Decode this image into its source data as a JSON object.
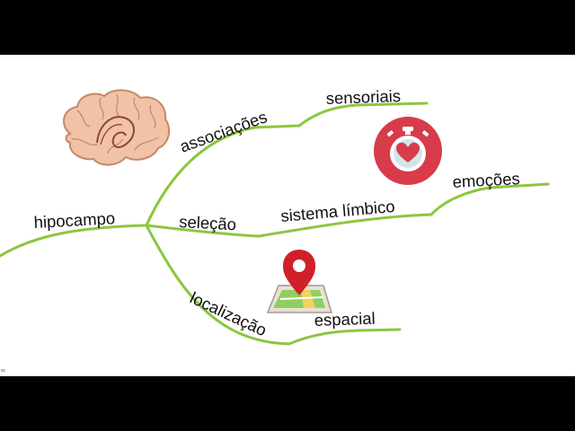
{
  "mindmap": {
    "central": "hipocampo",
    "branches": {
      "associacoes": "associações",
      "sensoriais": "sensoriais",
      "selecao": "seleção",
      "sistema_limbico": "sistema límbico",
      "emocoes": "emoções",
      "localizacao": "localização",
      "espacial": "espacial"
    }
  },
  "colors": {
    "branch_line": "#8cc63f",
    "text": "#111111",
    "stopwatch_bg": "#d83b4a",
    "pin": "#d0202a"
  },
  "icons": [
    "brain-icon",
    "heart-stopwatch-icon",
    "map-pin-icon"
  ]
}
